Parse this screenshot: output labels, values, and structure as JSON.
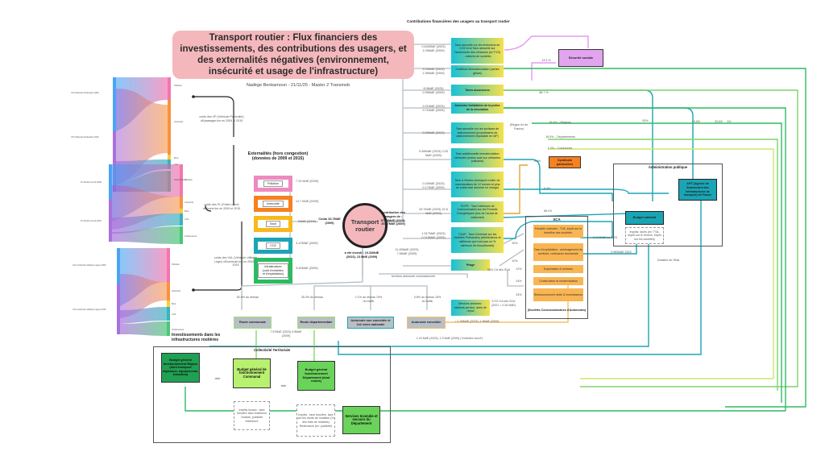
{
  "header": {
    "title": "Transport routier : Flux financiers des investissements, des contributions des usagers, et des externalités négatives (environnement, insécurité et usage de l'infrastructure)",
    "subtitle": "Nadège Benkamoun - 21/11/25 - Master 2  Transmob"
  },
  "center": {
    "label": "Transport routier",
    "cost_label": "Coûts 33.7MdE (2009)",
    "contribution_label": "contribution des usagers de : 57.55MdE (2023); 35.57MdE (2009)",
    "invested_label": "a été investi : 10.32MdE (2023), 13 MdE (2009)"
  },
  "externalities": {
    "heading": "Externalités (hors congestion) (données de 2009 et 2015)",
    "items": [
      {
        "label": "Pollution",
        "value": "7.10 MdE (2009)",
        "color": "#ee8ac0"
      },
      {
        "label": "Insécurité",
        "value": "14.7 MdE (2009)",
        "color": "#f7801f"
      },
      {
        "label": "Bruit",
        "value": "2MdE (2009)",
        "color": "#f9b81b"
      },
      {
        "label": "CO2",
        "value": "4.47MdE (2009)",
        "color": "#1aa5b4"
      },
      {
        "label": "Infrastructure (coût d'entretien et d'exploitation)",
        "value": "5.52MdE (2009)",
        "color": "#2dbb62"
      }
    ],
    "vp_note": "coûts des VP (Véhicule Particulier) c€/passager.km en 2009 et 2015",
    "pl_note": "coûts des PL (Poids Lourd) c€/tonne.km en 2009 et 2015",
    "vul_note": "coûts des VUL (Véhicule Utilitaire Léger) c€/véhicule.km en 2009 et 2015"
  },
  "sankeys": [
    {
      "sources": [
        "VP (Véhicule Particulier) 2009",
        "VP (Véhicule Particulier) 2015"
      ],
      "targets": [
        "Pollution",
        "Insécurité",
        "Bruit",
        "CO2",
        "Infrastructure"
      ]
    },
    {
      "sources": [
        "PL (Poids Lourd) 2009",
        "PL (Poids Lourd) 2015"
      ],
      "targets": [
        "Pollution",
        "Insécurité",
        "Bruit",
        "CO2",
        "Infrastructure"
      ]
    },
    {
      "sources": [
        "VUL (Véhicule Utilitaire Léger) 2009",
        "VUL (Véhicule Utilitaire Léger) 2015"
      ],
      "targets": [
        "Pollution",
        "Insécurité",
        "Bruit",
        "CO2",
        "Infrastructure"
      ]
    }
  ],
  "contributions": {
    "heading": "Contributions financières des usagers au transport routier",
    "items": [
      {
        "amount": "0.642MdE (2023) 1.09MdE (2009)",
        "label": "Taxe annuelle sur les émissions de CO2 et la Taxe annuelle sur l'ancienneté des véhicules (ex TVS) - voitures de sociétés"
      },
      {
        "amount": "2.03MdE (2023) 1.96MdE (2009)",
        "label": "Certificat d'immatriculation (cartes grises)"
      },
      {
        "amount": "8.9MdE (2023) 0.95MdE (2009)",
        "label": "Taxes assurances"
      },
      {
        "amount": "2.01MdE (2023) 0.71MdE (2009)",
        "label": "Amendes forfaitaires de la police de la circulation"
      },
      {
        "amount": "0.08MdE (2023)",
        "label": "Taxe annuelle sur les surfaces de stationnement (propriétaires de stationnement imposable en IdF)"
      },
      {
        "amount": "0.69MdE (2023) 0.33 MdE (2009)",
        "label": "Taxe additionnelle immatriculation véhicules (malus auto sur véhicules polluants)"
      },
      {
        "amount": "0.15MdE (2023) 0.17MdE (2009)",
        "label": "Taxe à l'essieu (transport routier de marchandises de 12 tonnes et plus de poids total autorisé en charge)"
      },
      {
        "amount": "29.7MdE (2023) 22.6 MdE (2009)",
        "label": "TICPE : Taxe Intérieure de Consommation sur les Produits Energétiques (lors de l'achat de carburant)"
      },
      {
        "amount": "1.517MdE (2023) 0.318MdE (2009)",
        "label": "TGAP : Taxe Générale sur les Activités Polluantes) (distributeurs et raffineurs qui n'ont pas un % minimum de biocarburant)"
      },
      {
        "amount": "11.83MdE (2023) 7.5MdE (2009)",
        "label": "Péage"
      }
    ],
    "services_note": "services autoroute concessionnée",
    "services_box": "Services annexes : stations-service, aires de repos",
    "services_share": "3.2% CA des SCA (2021 = 0.34 MdE)",
    "peage_share": "95% CA des SCA",
    "idf_note": "(Région Ile de France)"
  },
  "distribution": {
    "secu_label": "Sécurité sociale",
    "secu_share": "13.3 %",
    "assur_share": "86.7 %",
    "regions": "19.4% – Régions",
    "departements": "16.5% – Départements",
    "communes": "1.2% – Communes",
    "syndicats_share": "0.4%",
    "syndicats_label": "Syndicats particuliers",
    "ticpe_afit": "6.4%",
    "ticpe_budget": "56.1%",
    "pct_53": "53%",
    "pct_105": "10.5%",
    "pct_335": "33.5%",
    "pct_3": "3%"
  },
  "sca": {
    "title": "SCA",
    "items": [
      {
        "pct": "30%",
        "label": "Fiscalité ordinaire : TVA, impôt sur le bénéfice des sociétés."
      },
      {
        "pct": "10%",
        "label": "Taxe d'exploitation : aménagement du territoire, redevance domaniale"
      },
      {
        "pct": "12%",
        "label": "Exploitation & services"
      },
      {
        "pct": "24%",
        "label": "Construction et modernisation"
      },
      {
        "pct": "24%",
        "label": "Remboursement dette & investisseurs"
      }
    ],
    "footer": "(Sociétés Concessionnaires d'Autoroutes)",
    "to_budget_1": "0.110MdE en 2023",
    "to_budget_2": "0.962MdE 2023",
    "to_concedee": "= 1.06MdE (2023), 1.9MdE (2009)"
  },
  "admin": {
    "title": "Administration publique",
    "budget": "Budget national",
    "afit": "AFIT (Agence de financement des infrastructures de transport) de France",
    "taxes": "Impôts, taxes (ex: TVA, impôt sur le revenu, impôt sur les sociétés)",
    "dotation": "Dotation de l'Etat",
    "afit_flow": "1.23 MdE (2023), 1.3 MdE (2009) (\"entretien lourd\")"
  },
  "roads": {
    "items": [
      {
        "label": "Route communale",
        "share": "62.6% du réseau"
      },
      {
        "label": "Route départementale",
        "share": "35.3% du réseau"
      },
      {
        "label": "Autoroute non concédée et 2x2 voies nationale",
        "share": "1.1% du réseau 19% du traffic"
      },
      {
        "label": "Autoroute concédée",
        "share": "0.8% du réseau 15% du traffic"
      }
    ],
    "invest_heading": "Investissements dans les infrastructures routières",
    "invest_amount": "7.57MdE (2023) 9.5MdE (2009)"
  },
  "collectivite": {
    "title": "Collectivité Territoriale",
    "region": "Budget général fonctionnement Région (dont transport régionaux, équipements, transition)",
    "commune": "Budget général de fonctionnement Communal",
    "departement": "Budget général fonctionnement Département (dont routes)",
    "sdis": "Services Incendie et secours du Département",
    "aide1": "aide",
    "aide2": "aide",
    "impots_communaux": "Impôts locaux : taxe foncière taxe résidence 2ndaire, publicité extérieure",
    "impots_dept": "Impôts : taxe foncière, taxe sur les droits de mutation (% des frais de notaires) Redevance (ex: publicité)"
  }
}
